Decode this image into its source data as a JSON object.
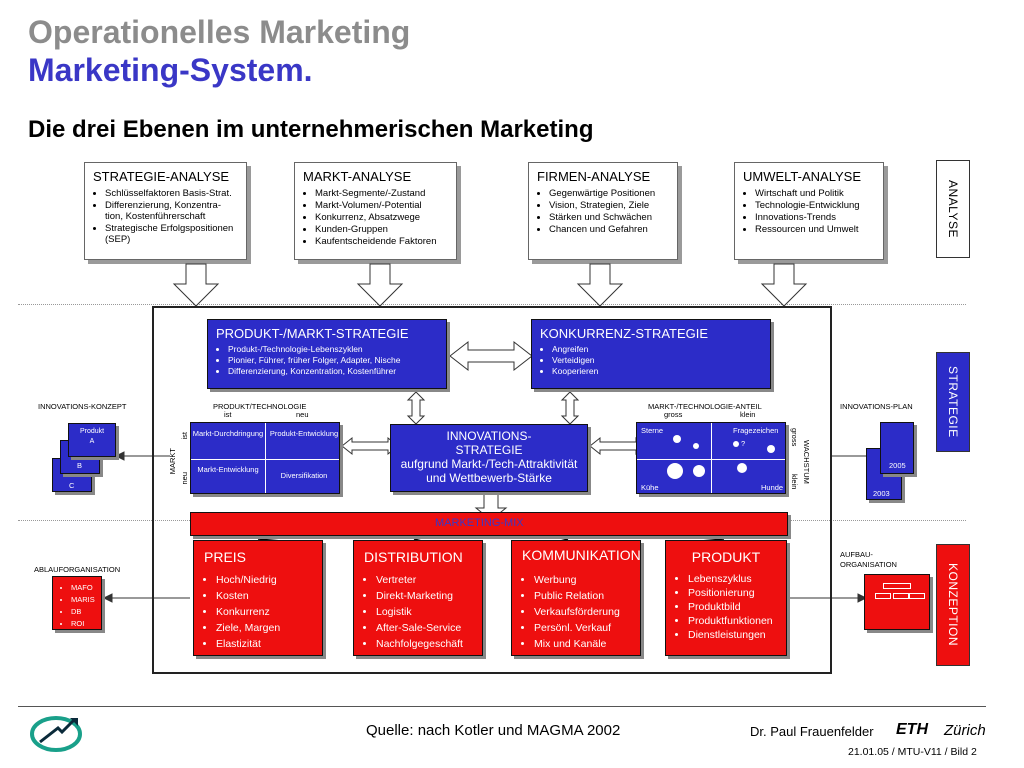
{
  "title": {
    "line1": "Operationelles Marketing",
    "line2": "Marketing-System.",
    "subtitle": "Die drei Ebenen im unternehmerischen Marketing"
  },
  "analysis_cards": [
    {
      "title": "STRATEGIE-ANALYSE",
      "items": [
        "Schlüsselfaktoren Basis-Strat.",
        "Differenzierung, Konzentra-tion, Kostenführerschaft",
        "Strategische Erfolgspositionen (SEP)"
      ]
    },
    {
      "title": "MARKT-ANALYSE",
      "items": [
        "Markt-Segmente/-Zustand",
        "Markt-Volumen/-Potential",
        "Konkurrenz, Absatzwege",
        "Kunden-Gruppen",
        "Kaufentscheidende Faktoren"
      ]
    },
    {
      "title": "FIRMEN-ANALYSE",
      "items": [
        "Gegenwärtige Positionen",
        "Vision, Strategien, Ziele",
        "Stärken und Schwächen",
        "Chancen und Gefahren"
      ]
    },
    {
      "title": "UMWELT-ANALYSE",
      "items": [
        "Wirtschaft und Politik",
        "Technologie-Entwicklung",
        "Innovations-Trends",
        "Ressourcen und Umwelt"
      ]
    }
  ],
  "side_labels": {
    "analyse": "ANALYSE",
    "strategie": "STRATEGIE",
    "konzeption": "KONZEPTION"
  },
  "pm_strategy": {
    "title": "PRODUKT-/MARKT-STRATEGIE",
    "items": [
      "Produkt-/Technologie-Lebenszyklen",
      "Pionier, Führer, früher Folger, Adapter, Nische",
      "Differenzierung, Konzentration, Kostenführer"
    ]
  },
  "kk_strategy": {
    "title": "KONKURRENZ-STRATEGIE",
    "items": [
      "Angreifen",
      "Verteidigen",
      "Kooperieren"
    ]
  },
  "innovation": {
    "line1": "INNOVATIONS-",
    "line2": "STRATEGIE",
    "line3": "aufgrund Markt-/Tech-Attraktivität",
    "line4": "und Wettbewerb-Stärke"
  },
  "innovations_konzept": {
    "label": "INNOVATIONS-KONZEPT",
    "card1a": "Produkt",
    "card1b": "A",
    "card2": "B",
    "card3": "C"
  },
  "pt_matrix": {
    "label": "PRODUKT/TECHNOLOGIE",
    "ist": "ist",
    "neu": "neu",
    "markt": "MARKT",
    "markt_ist": "ist",
    "markt_neu": "neu",
    "c1": "Markt-Durchdringung",
    "c2": "Produkt-Entwicklung",
    "c3": "Markt-Entwicklung",
    "c4": "Diversifikation"
  },
  "portfolio": {
    "label": "MARKT-/TECHNOLOGIE-ANTEIL",
    "gross": "gross",
    "klein": "klein",
    "sterne": "Sterne",
    "fragezeichen": "Fragezeichen",
    "fz_q": "?",
    "kuehe": "Kühe",
    "hunde": "Hunde",
    "wachstum": "WACHSTUM",
    "w_gross": "gross",
    "w_klein": "klein"
  },
  "innovations_plan": {
    "label": "INNOVATIONS-PLAN",
    "year1": "2005",
    "year2": "2003"
  },
  "marketing_mix": {
    "label": "MARKETING-MIX"
  },
  "mix": [
    {
      "title": "PREIS",
      "items": [
        "Hoch/Niedrig",
        "Kosten",
        "Konkurrenz",
        "Ziele, Margen",
        "Elastizität"
      ]
    },
    {
      "title": "DISTRIBUTION",
      "items": [
        "Vertreter",
        "Direkt-Marketing",
        "Logistik",
        "After-Sale-Service",
        "Nachfolgegeschäft"
      ]
    },
    {
      "title": "KOMMUNIKATION",
      "items": [
        "Werbung",
        "Public Relation",
        "Verkaufsförderung",
        "Persönl. Verkauf",
        "Mix und Kanäle"
      ]
    },
    {
      "title": "PRODUKT",
      "items": [
        "Lebenszyklus",
        "Positionierung",
        "Produktbild",
        "Produktfunktionen",
        "Dienstleistungen"
      ]
    }
  ],
  "ablauf": {
    "label": "ABLAUFORGANISATION",
    "items": [
      "MAFO",
      "MARIS",
      "DB",
      "ROI"
    ]
  },
  "aufbau": {
    "line1": "AUFBAU-",
    "line2": "ORGANISATION"
  },
  "footer": {
    "source": "Quelle: nach Kotler und MAGMA 2002",
    "author": "Dr. Paul Frauenfelder",
    "eth": "ETH",
    "zurich": "Zürich",
    "ref": "21.01.05 / MTU-V11 / Bild 2"
  },
  "colors": {
    "blue": "#2c2cc8",
    "red": "#ee0f0f",
    "grey_title": "#8c8c8c",
    "title_blue": "#3a37c6"
  }
}
